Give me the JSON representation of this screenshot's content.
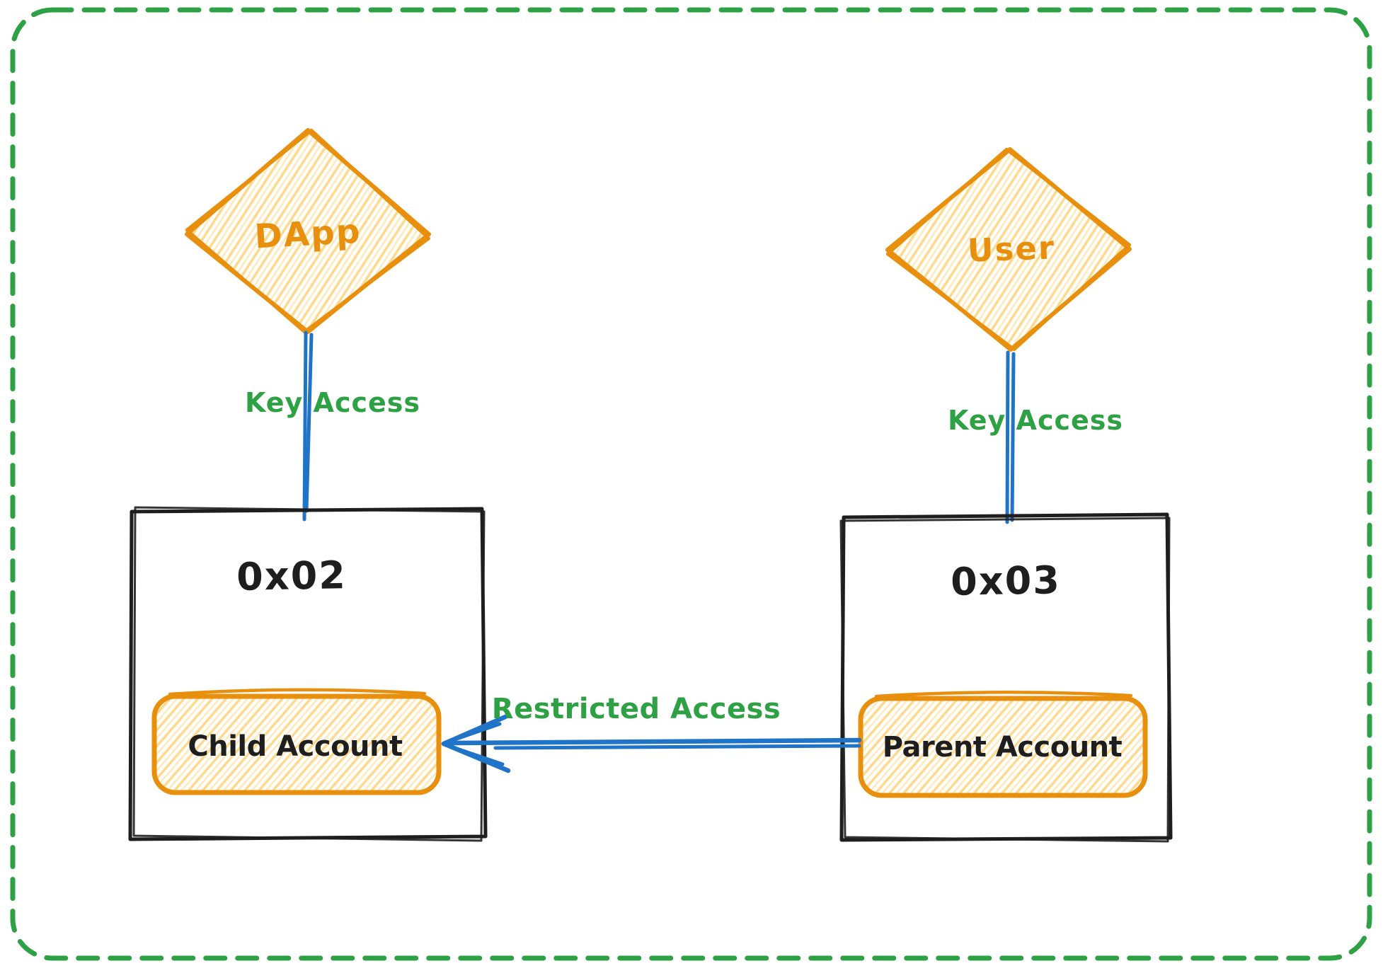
{
  "diagram": {
    "nodes": {
      "dapp": {
        "label": "DApp",
        "shape": "diamond"
      },
      "user": {
        "label": "User",
        "shape": "diamond"
      },
      "account_0x02": {
        "label": "0x02",
        "shape": "rectangle"
      },
      "account_0x03": {
        "label": "0x03",
        "shape": "rectangle"
      },
      "child_account": {
        "label": "Child Account",
        "shape": "rounded-rectangle",
        "inside": "0x02"
      },
      "parent_account": {
        "label": "Parent Account",
        "shape": "rounded-rectangle",
        "inside": "0x03"
      }
    },
    "edges": [
      {
        "from": "DApp",
        "to": "0x02",
        "label": "Key Access",
        "style": "plain-line"
      },
      {
        "from": "User",
        "to": "0x03",
        "label": "Key Access",
        "style": "plain-line"
      },
      {
        "from": "Parent Account",
        "to": "Child Account",
        "label": "Restricted Access",
        "style": "arrow-left"
      }
    ]
  },
  "colors": {
    "green": "#2da144",
    "blue": "#1f74c7",
    "orange": "#e8900e",
    "hatch": "#ffd98a",
    "ink": "#1e1e1e",
    "background": "#ffffff"
  }
}
